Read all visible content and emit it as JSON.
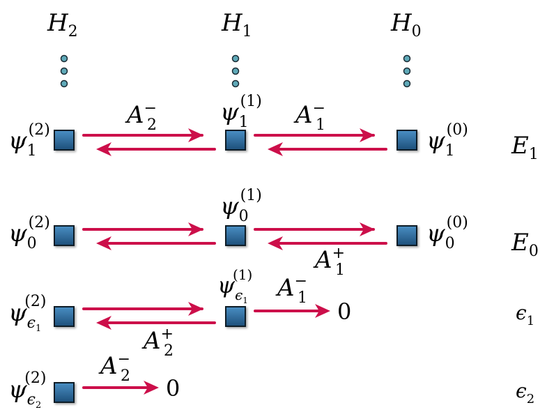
{
  "colors": {
    "arrow": "#cc0f4a",
    "node_fill_top": "#4a8fc4",
    "node_fill_bottom": "#1d4f7a",
    "node_stroke": "#0d1a26",
    "dot_fill": "#5fa9b8",
    "text": "#000000"
  },
  "columns": {
    "h2": {
      "base": "H",
      "sub": "2"
    },
    "h1": {
      "base": "H",
      "sub": "1"
    },
    "h0": {
      "base": "H",
      "sub": "0"
    }
  },
  "levels": {
    "e1": {
      "base": "E",
      "sub": "1"
    },
    "e0": {
      "base": "E",
      "sub": "0"
    },
    "eps1": {
      "base": "ϵ",
      "sub": "1"
    },
    "eps2": {
      "base": "ϵ",
      "sub": "2"
    }
  },
  "states": {
    "psi_1_2": {
      "base": "ψ",
      "sub": "1",
      "sup": "(2)"
    },
    "psi_1_1": {
      "base": "ψ",
      "sub": "1",
      "sup": "(1)"
    },
    "psi_1_0": {
      "base": "ψ",
      "sub": "1",
      "sup": "(0)"
    },
    "psi_0_2": {
      "base": "ψ",
      "sub": "0",
      "sup": "(2)"
    },
    "psi_0_1": {
      "base": "ψ",
      "sub": "0",
      "sup": "(1)"
    },
    "psi_0_0": {
      "base": "ψ",
      "sub": "0",
      "sup": "(0)"
    },
    "psi_e1_2": {
      "base": "ψ",
      "sub": "ϵ",
      "subsub": "1",
      "sup": "(2)"
    },
    "psi_e1_1": {
      "base": "ψ",
      "sub": "ϵ",
      "subsub": "1",
      "sup": "(1)"
    },
    "psi_e2_2": {
      "base": "ψ",
      "sub": "ϵ",
      "subsub": "2",
      "sup": "(2)"
    }
  },
  "operators": {
    "a2_minus_top": {
      "base": "A",
      "sub": "2",
      "sup": "−"
    },
    "a1_minus_top": {
      "base": "A",
      "sub": "1",
      "sup": "−"
    },
    "a1_plus": {
      "base": "A",
      "sub": "1",
      "sup": "+"
    },
    "a1_minus_eps": {
      "base": "A",
      "sub": "1",
      "sup": "−"
    },
    "a2_plus": {
      "base": "A",
      "sub": "2",
      "sup": "+"
    },
    "a2_minus_eps": {
      "base": "A",
      "sub": "2",
      "sup": "−"
    }
  },
  "zero_labels": {
    "z1": "0",
    "z2": "0"
  }
}
